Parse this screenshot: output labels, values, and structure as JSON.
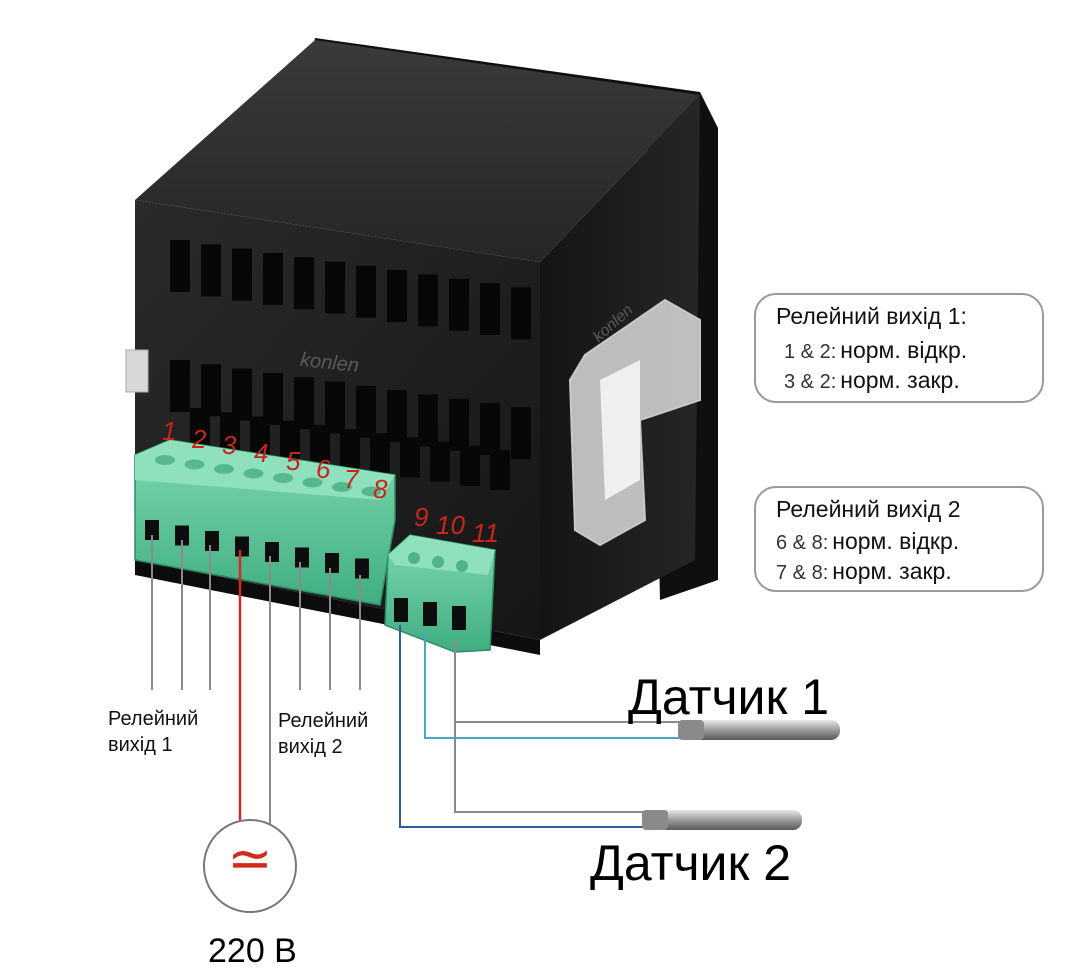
{
  "terminals": [
    "1",
    "2",
    "3",
    "4",
    "5",
    "6",
    "7",
    "8",
    "9",
    "10",
    "11"
  ],
  "brand": "konlen",
  "labels": {
    "relay1_a": "Релейний",
    "relay1_b": "вихід 1",
    "relay2_a": "Релейний",
    "relay2_b": "вихід 2",
    "sensor1": "Датчик 1",
    "sensor2": "Датчик 2",
    "power": "220 В",
    "power_symbol": "≃"
  },
  "legend1": {
    "title": "Релейний вихід 1:",
    "rows": [
      {
        "pins": "1 & 2:",
        "text": "норм. відкр."
      },
      {
        "pins": "3 & 2:",
        "text": "норм. закр."
      }
    ]
  },
  "legend2": {
    "title": "Релейний вихід 2",
    "rows": [
      {
        "pins": "6 & 8:",
        "text": "норм. відкр."
      },
      {
        "pins": "7 & 8:",
        "text": "норм. закр."
      }
    ]
  },
  "colors": {
    "body": "#1f1f1f",
    "terminal_block": "#5cc49a",
    "phase_wire": "#d42a1e",
    "neutral_wire": "#8a8a8a",
    "sensor_wire_1": "#46a8c8",
    "sensor_wire_2": "#2f5ea0",
    "numbers": "#c8261d"
  }
}
